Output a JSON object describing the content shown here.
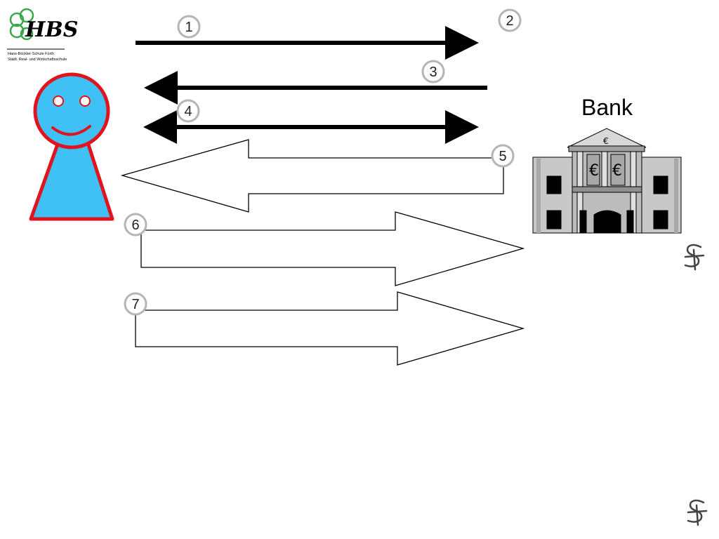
{
  "logo": {
    "initials": "HBS",
    "line1": "Hans-Böckler-Schule Fürth",
    "line2": "Städt. Real- und Wirtschaftsschule"
  },
  "bank": {
    "label": "Bank",
    "euro_symbol": "€"
  },
  "steps": [
    "1",
    "2",
    "3",
    "4",
    "5",
    "6",
    "7"
  ],
  "colors": {
    "person_fill": "#3fc1f5",
    "person_outline": "#e0141e",
    "arrow": "#000000",
    "bank_gray": "#bcbcbc"
  },
  "signature": "ʆ"
}
